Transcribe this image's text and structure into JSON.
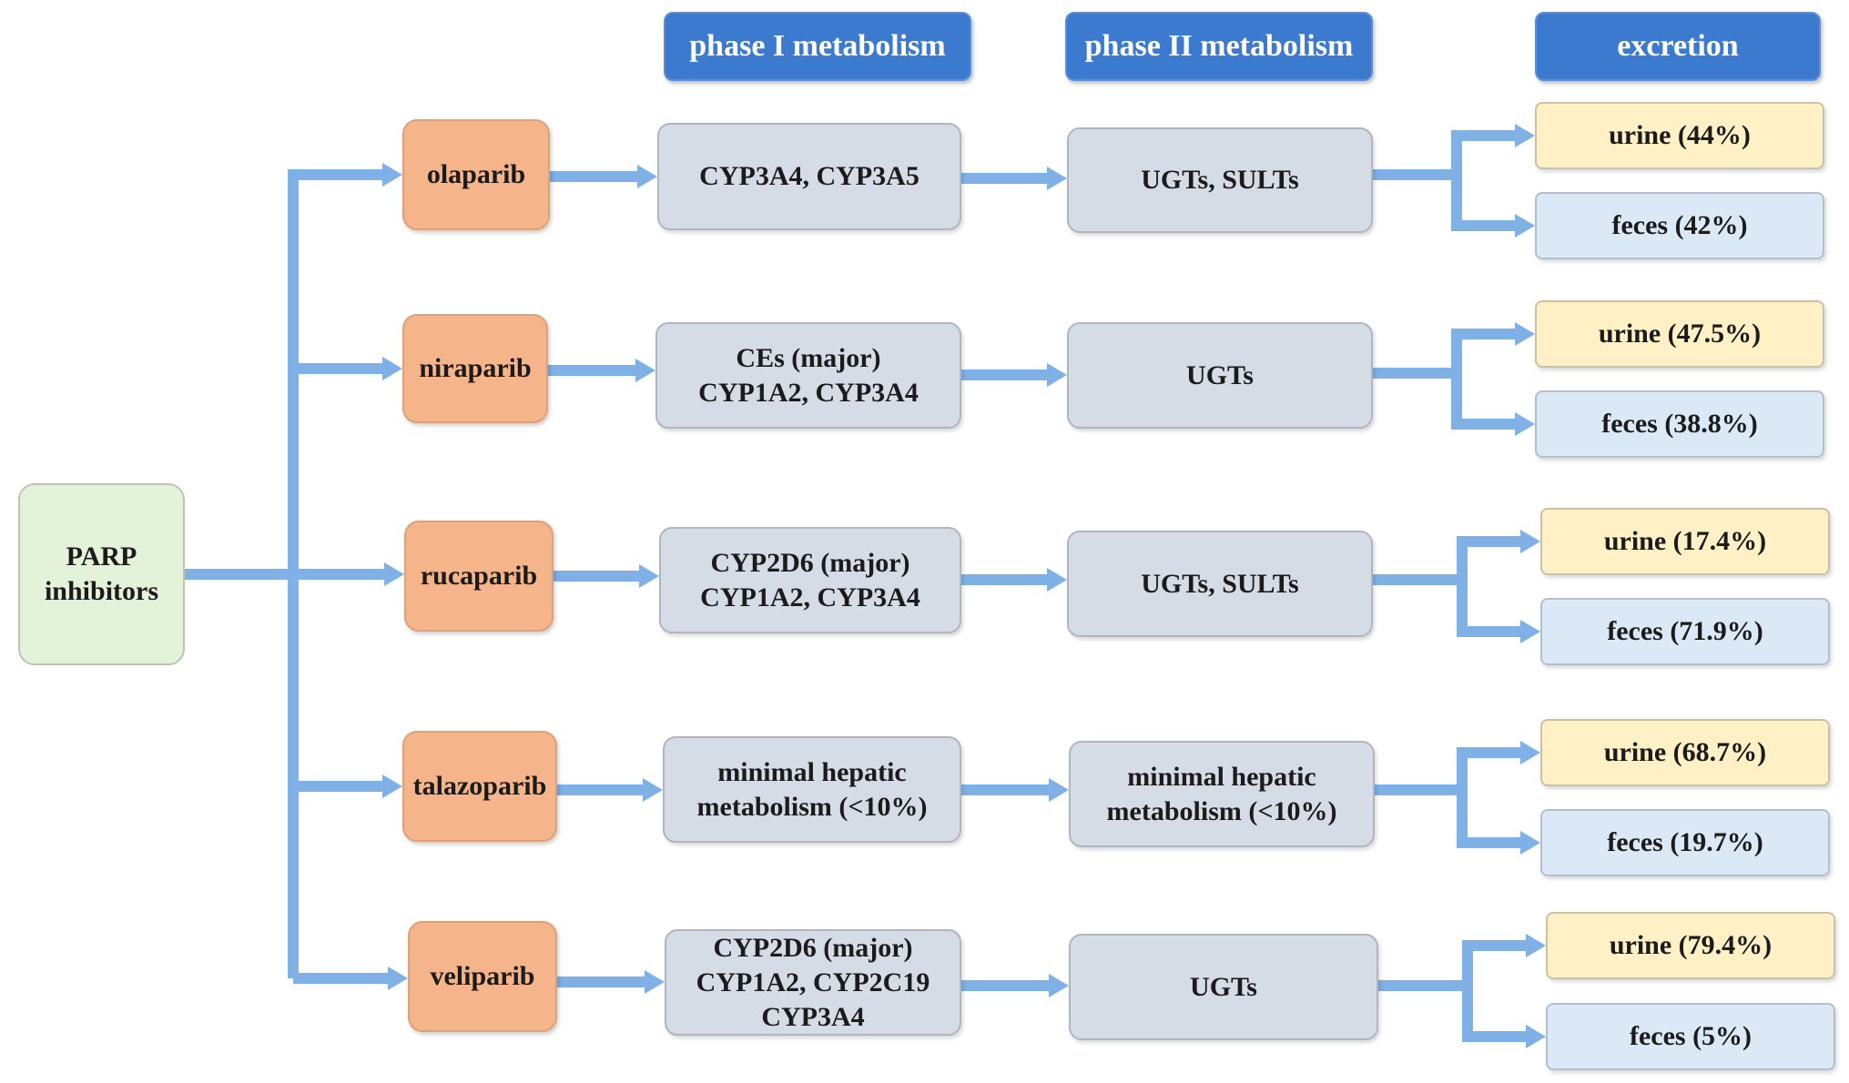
{
  "headers": {
    "phase1": "phase I metabolism",
    "phase2": "phase II metabolism",
    "excretion": "excretion"
  },
  "root": {
    "line1": "PARP",
    "line2": "inhibitors"
  },
  "drugs": [
    {
      "name": "olaparib",
      "phase1": [
        "CYP3A4, CYP3A5"
      ],
      "phase2": [
        "UGTs, SULTs"
      ],
      "urine": "urine (44%)",
      "feces": "feces (42%)"
    },
    {
      "name": "niraparib",
      "phase1": [
        "CEs  (major)",
        "CYP1A2, CYP3A4"
      ],
      "phase2": [
        "UGTs"
      ],
      "urine": "urine (47.5%)",
      "feces": "feces (38.8%)"
    },
    {
      "name": "rucaparib",
      "phase1": [
        "CYP2D6 (major)",
        "CYP1A2,  CYP3A4"
      ],
      "phase2": [
        "UGTs, SULTs"
      ],
      "urine": "urine (17.4%)",
      "feces": "feces (71.9%)"
    },
    {
      "name": "talazoparib",
      "phase1": [
        "minimal hepatic",
        "metabolism (<10%)"
      ],
      "phase2": [
        "minimal hepatic",
        "metabolism (<10%)"
      ],
      "urine": "urine (68.7%)",
      "feces": "feces (19.7%)"
    },
    {
      "name": "veliparib",
      "phase1": [
        "CYP2D6 (major)",
        "CYP1A2, CYP2C19",
        "CYP3A4"
      ],
      "phase2": [
        "UGTs"
      ],
      "urine": "urine (79.4%)",
      "feces": "feces (5%)"
    }
  ],
  "colors": {
    "arrow": "#7fb0e6",
    "header": "#3c7ad0",
    "root": "#e4f2d9",
    "drug": "#f6b48a",
    "process": "#d6dce6",
    "urine": "#fff0c6",
    "feces": "#dbe8f6"
  }
}
